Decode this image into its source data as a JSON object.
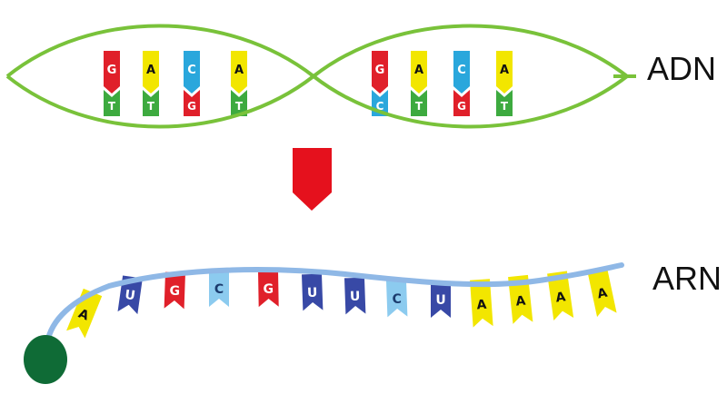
{
  "labels": {
    "dna": "ADN",
    "rna": "ARN"
  },
  "dna": {
    "pairs": [
      {
        "top": "G",
        "bottom": "T"
      },
      {
        "top": "A",
        "bottom": "T"
      },
      {
        "top": "C",
        "bottom": "G"
      },
      {
        "top": "A",
        "bottom": "T"
      },
      {
        "top": "G",
        "bottom": "C"
      },
      {
        "top": "A",
        "bottom": "T"
      },
      {
        "top": "C",
        "bottom": "G"
      },
      {
        "top": "A",
        "bottom": "T"
      }
    ]
  },
  "rna": {
    "bases": [
      "A",
      "U",
      "G",
      "C",
      "G",
      "U",
      "U",
      "C",
      "U",
      "A",
      "A",
      "A",
      "A"
    ]
  },
  "colors": {
    "A": "#f2e600",
    "T": "#3daa3f",
    "G": "#e0202a",
    "C": "#2aa7dc",
    "U": "#3849a6",
    "rna_C": "#8ccbef",
    "dna_backbone": "#79c23a",
    "rna_backbone": "#8fb8e6",
    "arrow": "#e5111d",
    "cap": "#0f6b36"
  }
}
